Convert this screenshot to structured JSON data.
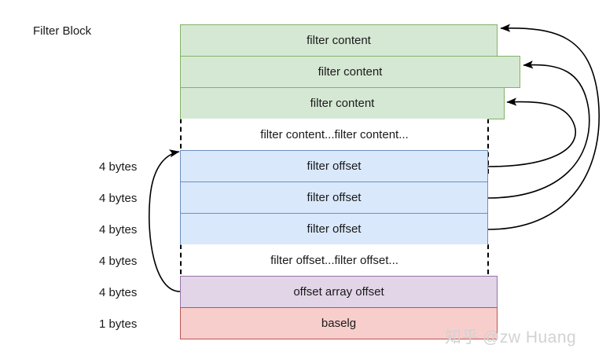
{
  "diagram": {
    "title": "Filter Block",
    "byte_labels": [
      "4 bytes",
      "4 bytes",
      "4 bytes",
      "4 bytes",
      "4 bytes",
      "1 bytes"
    ],
    "rows": [
      {
        "label": "filter content",
        "kind": "green"
      },
      {
        "label": "filter content",
        "kind": "green"
      },
      {
        "label": "filter content",
        "kind": "green"
      },
      {
        "label": "filter content...filter content...",
        "kind": "plain"
      },
      {
        "label": "filter offset",
        "kind": "blue"
      },
      {
        "label": "filter offset",
        "kind": "blue"
      },
      {
        "label": "filter offset",
        "kind": "blue"
      },
      {
        "label": "filter offset...filter offset...",
        "kind": "plain"
      },
      {
        "label": "offset array offset",
        "kind": "purple"
      },
      {
        "label": "baselg",
        "kind": "red"
      }
    ],
    "colors": {
      "green_fill": "#d5e8d4",
      "green_stroke": "#82b366",
      "blue_fill": "#dae8fc",
      "blue_stroke": "#6c8ebf",
      "purple_fill": "#e1d5e7",
      "purple_stroke": "#9673a6",
      "red_fill": "#f8cecc",
      "red_stroke": "#b85450",
      "arrow_stroke": "#000000",
      "text": "#1a1a1a",
      "watermark": "#d2d2d2"
    }
  },
  "watermark": {
    "mark": "知乎",
    "handle": "@zw Huang"
  }
}
